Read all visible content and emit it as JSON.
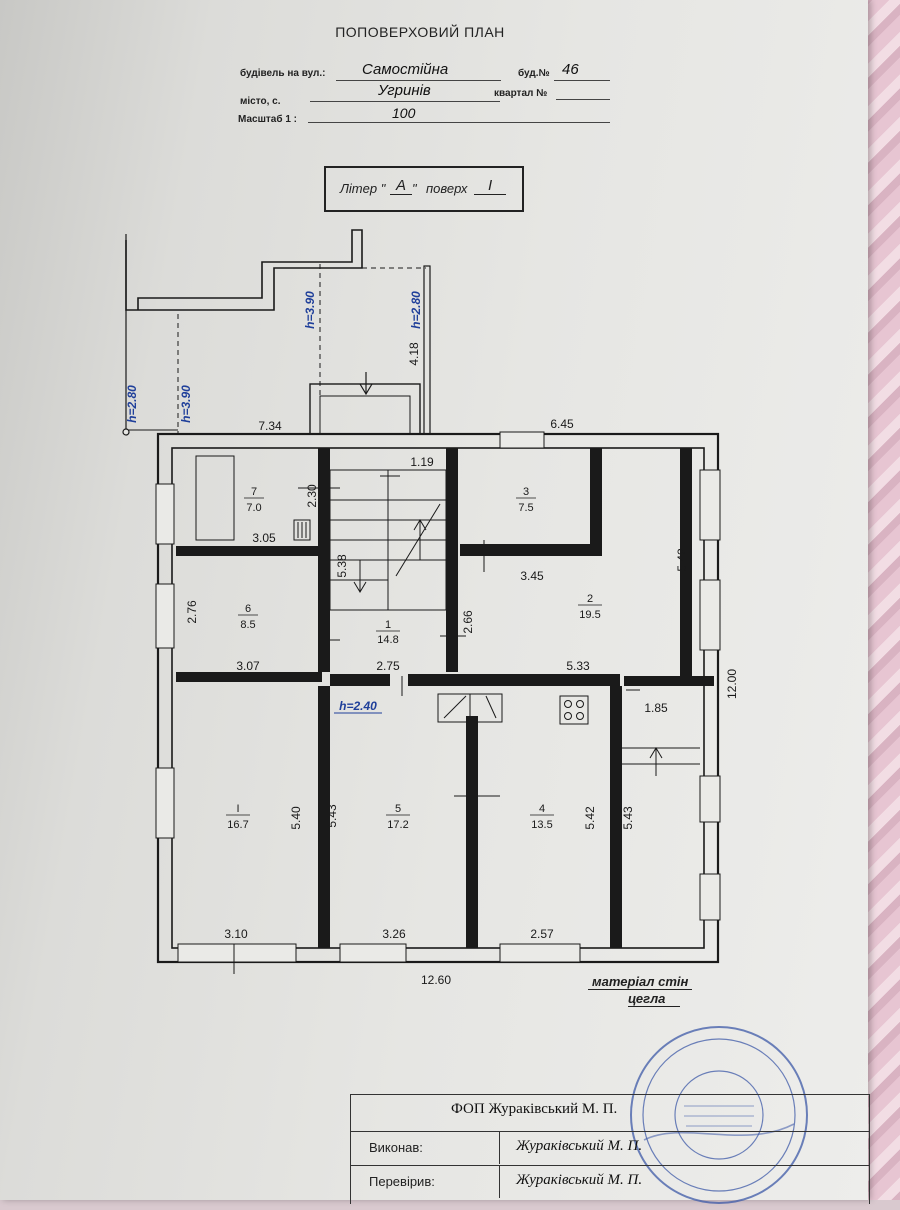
{
  "header": {
    "title": "ПОПОВЕРХОВИЙ ПЛАН",
    "street_label": "будівель на вул.:",
    "street_value": "Самостійна",
    "building_label": "буд.№",
    "building_value": "46",
    "city_label": "місто, с.",
    "city_value": "Угринів",
    "quarter_label": "квартал №",
    "quarter_value": "",
    "scale_label": "Масштаб 1 :",
    "scale_value": "100"
  },
  "liter_box": {
    "liter_label": "Літер \"",
    "liter_value": "А",
    "liter_close": "\"",
    "floor_label": "поверх",
    "floor_value": "І"
  },
  "plan": {
    "rooms": [
      {
        "id": "7",
        "area": "7.0"
      },
      {
        "id": "3",
        "area": "7.5"
      },
      {
        "id": "6",
        "area": "8.5"
      },
      {
        "id": "1",
        "area": "14.8"
      },
      {
        "id": "2",
        "area": "19.5"
      },
      {
        "id": "I",
        "area": "16.7"
      },
      {
        "id": "5",
        "area": "17.2"
      },
      {
        "id": "4",
        "area": "13.5"
      }
    ],
    "dimensions": {
      "d734": "7.34",
      "d645": "6.45",
      "d119": "1.19",
      "d230": "2.30",
      "d305": "3.05",
      "d345": "3.45",
      "d542a": "5.42",
      "d538": "5.38",
      "d276": "2.76",
      "d307": "3.07",
      "d275": "2.75",
      "d266": "2.66",
      "d533": "5.33",
      "d185": "1.85",
      "d1200": "12.00",
      "d540": "5.40",
      "d543a": "5.43",
      "d542b": "5.42",
      "d543b": "5.43",
      "d310": "3.10",
      "d326": "3.26",
      "d257": "2.57",
      "d1260": "12.60",
      "d418": "4.18"
    },
    "heights": {
      "h280a": "h=2.80",
      "h390a": "h=3.90",
      "h390b": "h=3.90",
      "h280b": "h=2.80",
      "h240": "h=2.40"
    }
  },
  "material": {
    "label": "матеріал стін",
    "value": "цегла"
  },
  "stamp": {
    "company": "ФОП Жураківський М. П.",
    "executed_label": "Виконав:",
    "executed_value": "Жураківський М. П.",
    "checked_label": "Перевірив:",
    "checked_value": "Жураківський М. П."
  },
  "colors": {
    "ink": "#1a1a1a",
    "height_blue": "#1f3f9a",
    "seal_blue": "#3e5aa8"
  }
}
